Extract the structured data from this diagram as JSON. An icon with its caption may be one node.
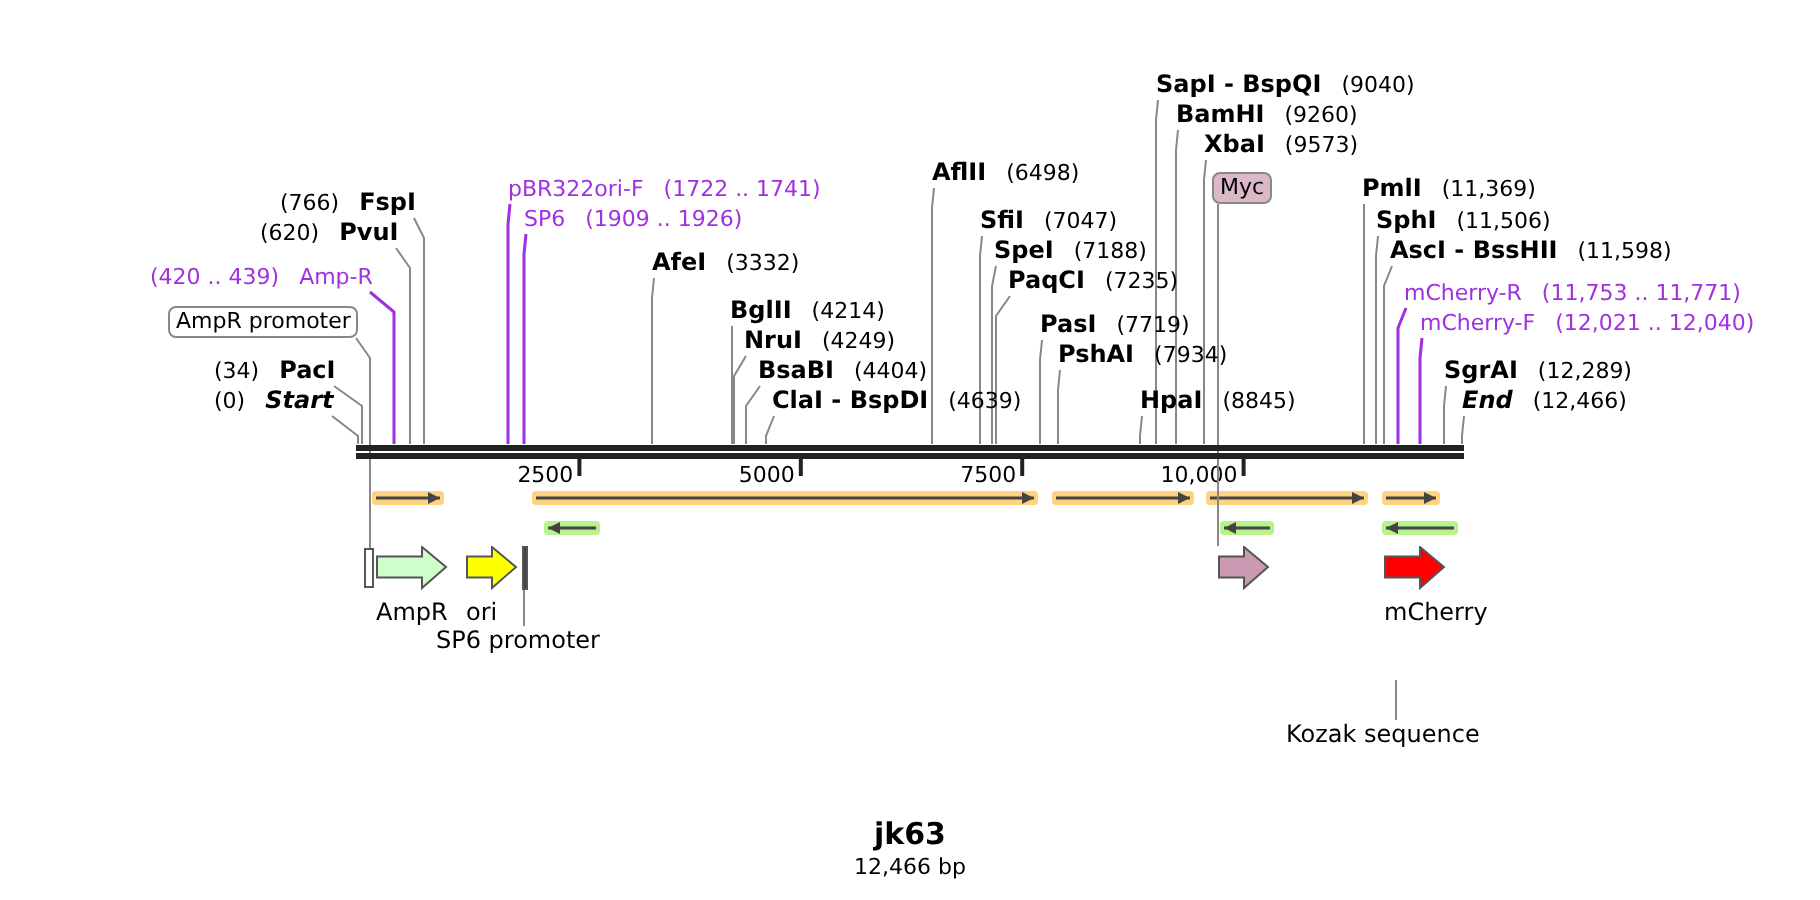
{
  "diagram": {
    "title": "jk63",
    "caption": "12,466 bp",
    "nodes": [
      {
        "text": [
          "(0)",
          "Start"
        ]
      },
      {
        "text": [
          "(34)",
          "PacI"
        ]
      },
      {
        "text": [
          "AmpR promoter"
        ]
      },
      {
        "text": [
          "(420 .. 439)",
          "Amp-R"
        ]
      },
      {
        "text": [
          "(620)",
          "PvuI"
        ]
      },
      {
        "text": [
          "(766)",
          "FspI"
        ]
      },
      {
        "text": [
          "pBR322ori-F",
          "(1722 .. 1741)"
        ]
      },
      {
        "text": [
          "SP6",
          "(1909 .. 1926)"
        ]
      },
      {
        "text": [
          "AfeI",
          "(3332)"
        ]
      },
      {
        "text": [
          "BglII",
          "(4214)"
        ]
      },
      {
        "text": [
          "NruI",
          "(4249)"
        ]
      },
      {
        "text": [
          "BsaBI",
          "(4404)"
        ]
      },
      {
        "text": [
          "ClaI - BspDI",
          "(4639)"
        ]
      },
      {
        "text": [
          "AflII",
          "(6498)"
        ]
      },
      {
        "text": [
          "SfiI",
          "(7047)"
        ]
      },
      {
        "text": [
          "SpeI",
          "(7188)"
        ]
      },
      {
        "text": [
          "PaqCI",
          "(7235)"
        ]
      },
      {
        "text": [
          "PasI",
          "(7719)"
        ]
      },
      {
        "text": [
          "PshAI",
          "(7934)"
        ]
      },
      {
        "text": [
          "HpaI",
          "(8845)"
        ]
      },
      {
        "text": [
          "SapI - BspQI",
          "(9040)"
        ]
      },
      {
        "text": [
          "BamHI",
          "(9260)"
        ]
      },
      {
        "text": [
          "XbaI",
          "(9573)"
        ]
      },
      {
        "text": [
          "Myc"
        ]
      },
      {
        "text": [
          "PmlI",
          "(11,369)"
        ]
      },
      {
        "text": [
          "SphI",
          "(11,506)"
        ]
      },
      {
        "text": [
          "AscI - BssHII",
          "(11,598)"
        ]
      },
      {
        "text": [
          "mCherry-R",
          "(11,753 .. 11,771)"
        ]
      },
      {
        "text": [
          "mCherry-F",
          "(12,021 .. 12,040)"
        ]
      },
      {
        "text": [
          "SgrAI",
          "(12,289)"
        ]
      },
      {
        "text": [
          "End",
          "(12,466)"
        ]
      },
      {
        "text": [],
        "shape": "bar"
      },
      {
        "text": [],
        "shape": "box"
      },
      {
        "text": [
          "AmpR"
        ]
      },
      {
        "text": [
          "ori"
        ]
      },
      {
        "text": [],
        "shape": "bar"
      },
      {
        "text": [
          "SP6 promoter"
        ]
      },
      {
        "text": [],
        "shape": "arrow"
      },
      {
        "text": [
          "mCherry"
        ]
      },
      {
        "text": [
          "Kozak sequence"
        ]
      }
    ],
    "edges": [
      {
        "from": 0,
        "to": 31,
        "arrow": "none"
      },
      {
        "from": 1,
        "to": 31,
        "arrow": "none"
      },
      {
        "from": 2,
        "to": 32,
        "arrow": "none"
      },
      {
        "from": 3,
        "to": 31,
        "arrow": "none",
        "color": "#a030e0"
      },
      {
        "from": 4,
        "to": 31,
        "arrow": "none"
      },
      {
        "from": 5,
        "to": 31,
        "arrow": "none"
      },
      {
        "from": 6,
        "to": 31,
        "arrow": "none",
        "color": "#a030e0"
      },
      {
        "from": 7,
        "to": 31,
        "arrow": "none",
        "color": "#a030e0"
      },
      {
        "from": 8,
        "to": 31,
        "arrow": "none"
      },
      {
        "from": 9,
        "to": 31,
        "arrow": "none"
      },
      {
        "from": 10,
        "to": 31,
        "arrow": "none"
      },
      {
        "from": 11,
        "to": 31,
        "arrow": "none"
      },
      {
        "from": 12,
        "to": 31,
        "arrow": "none"
      },
      {
        "from": 13,
        "to": 31,
        "arrow": "none"
      },
      {
        "from": 14,
        "to": 31,
        "arrow": "none"
      },
      {
        "from": 15,
        "to": 31,
        "arrow": "none"
      },
      {
        "from": 16,
        "to": 31,
        "arrow": "none"
      },
      {
        "from": 17,
        "to": 31,
        "arrow": "none"
      },
      {
        "from": 18,
        "to": 31,
        "arrow": "none"
      },
      {
        "from": 19,
        "to": 31,
        "arrow": "none"
      },
      {
        "from": 20,
        "to": 31,
        "arrow": "none"
      },
      {
        "from": 21,
        "to": 31,
        "arrow": "none"
      },
      {
        "from": 22,
        "to": 31,
        "arrow": "none"
      },
      {
        "from": 23,
        "to": 37,
        "arrow": "none"
      },
      {
        "from": 24,
        "to": 31,
        "arrow": "none"
      },
      {
        "from": 25,
        "to": 31,
        "arrow": "none"
      },
      {
        "from": 26,
        "to": 31,
        "arrow": "none"
      },
      {
        "from": 27,
        "to": 31,
        "arrow": "none",
        "color": "#a030e0"
      },
      {
        "from": 28,
        "to": 31,
        "arrow": "none",
        "color": "#a030e0"
      },
      {
        "from": 29,
        "to": 31,
        "arrow": "none"
      },
      {
        "from": 30,
        "to": 31,
        "arrow": "none"
      },
      {
        "from": 36,
        "to": 35,
        "arrow": "none"
      },
      {
        "from": 39,
        "to": null,
        "arrow": "none"
      }
    ],
    "labels": [
      "2500",
      "5000",
      "7500",
      "10,000"
    ]
  }
}
